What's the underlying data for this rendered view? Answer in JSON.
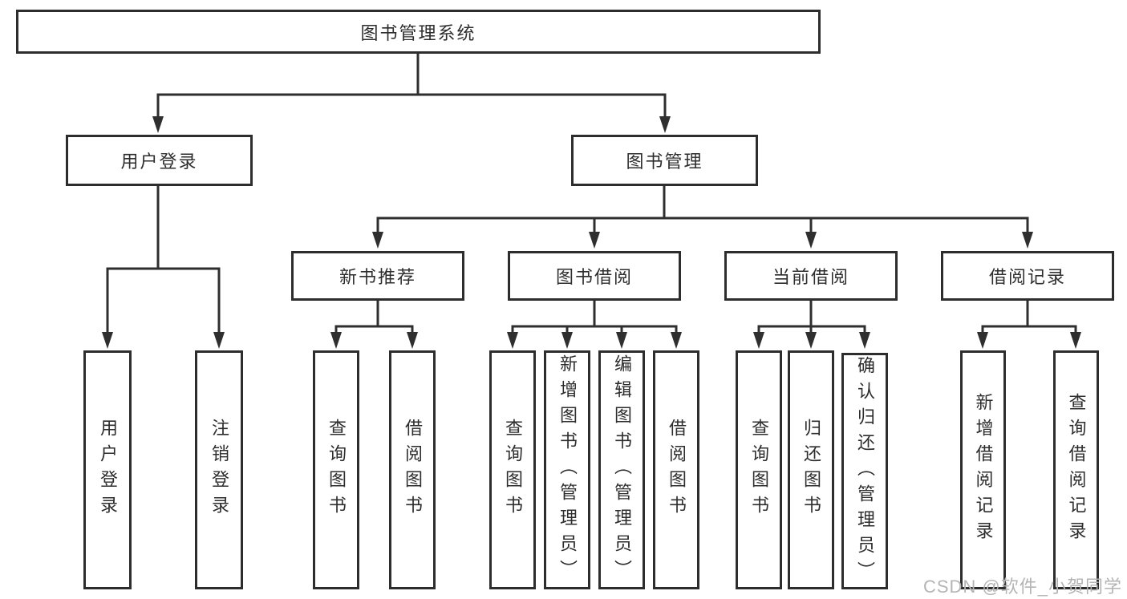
{
  "diagram_type": "function-structure-tree",
  "tree": {
    "root": {
      "label": "图书管理系统"
    },
    "level2": [
      {
        "label": "用户登录",
        "children": [
          "用户登录",
          "注销登录"
        ]
      },
      {
        "label": "图书管理"
      }
    ],
    "level3": [
      {
        "label": "新书推荐",
        "children": [
          "查询图书",
          "借阅图书"
        ]
      },
      {
        "label": "图书借阅",
        "children": [
          "查询图书",
          "新增图书（管理员）",
          "编辑图书（管理员）",
          "借阅图书"
        ]
      },
      {
        "label": "当前借阅",
        "children": [
          "查询图书",
          "归还图书",
          "确认归还（管理员）"
        ]
      },
      {
        "label": "借阅记录",
        "children": [
          "新增借阅记录",
          "查询借阅记录"
        ]
      }
    ]
  },
  "watermark": {
    "text": "CSDN @软件_小贺同学"
  },
  "colors": {
    "line": "#2f2f2f",
    "box_border": "#2d2d2d",
    "text": "#2d2d2d",
    "bg": "#ffffff",
    "watermark": "#b4b4b4"
  }
}
